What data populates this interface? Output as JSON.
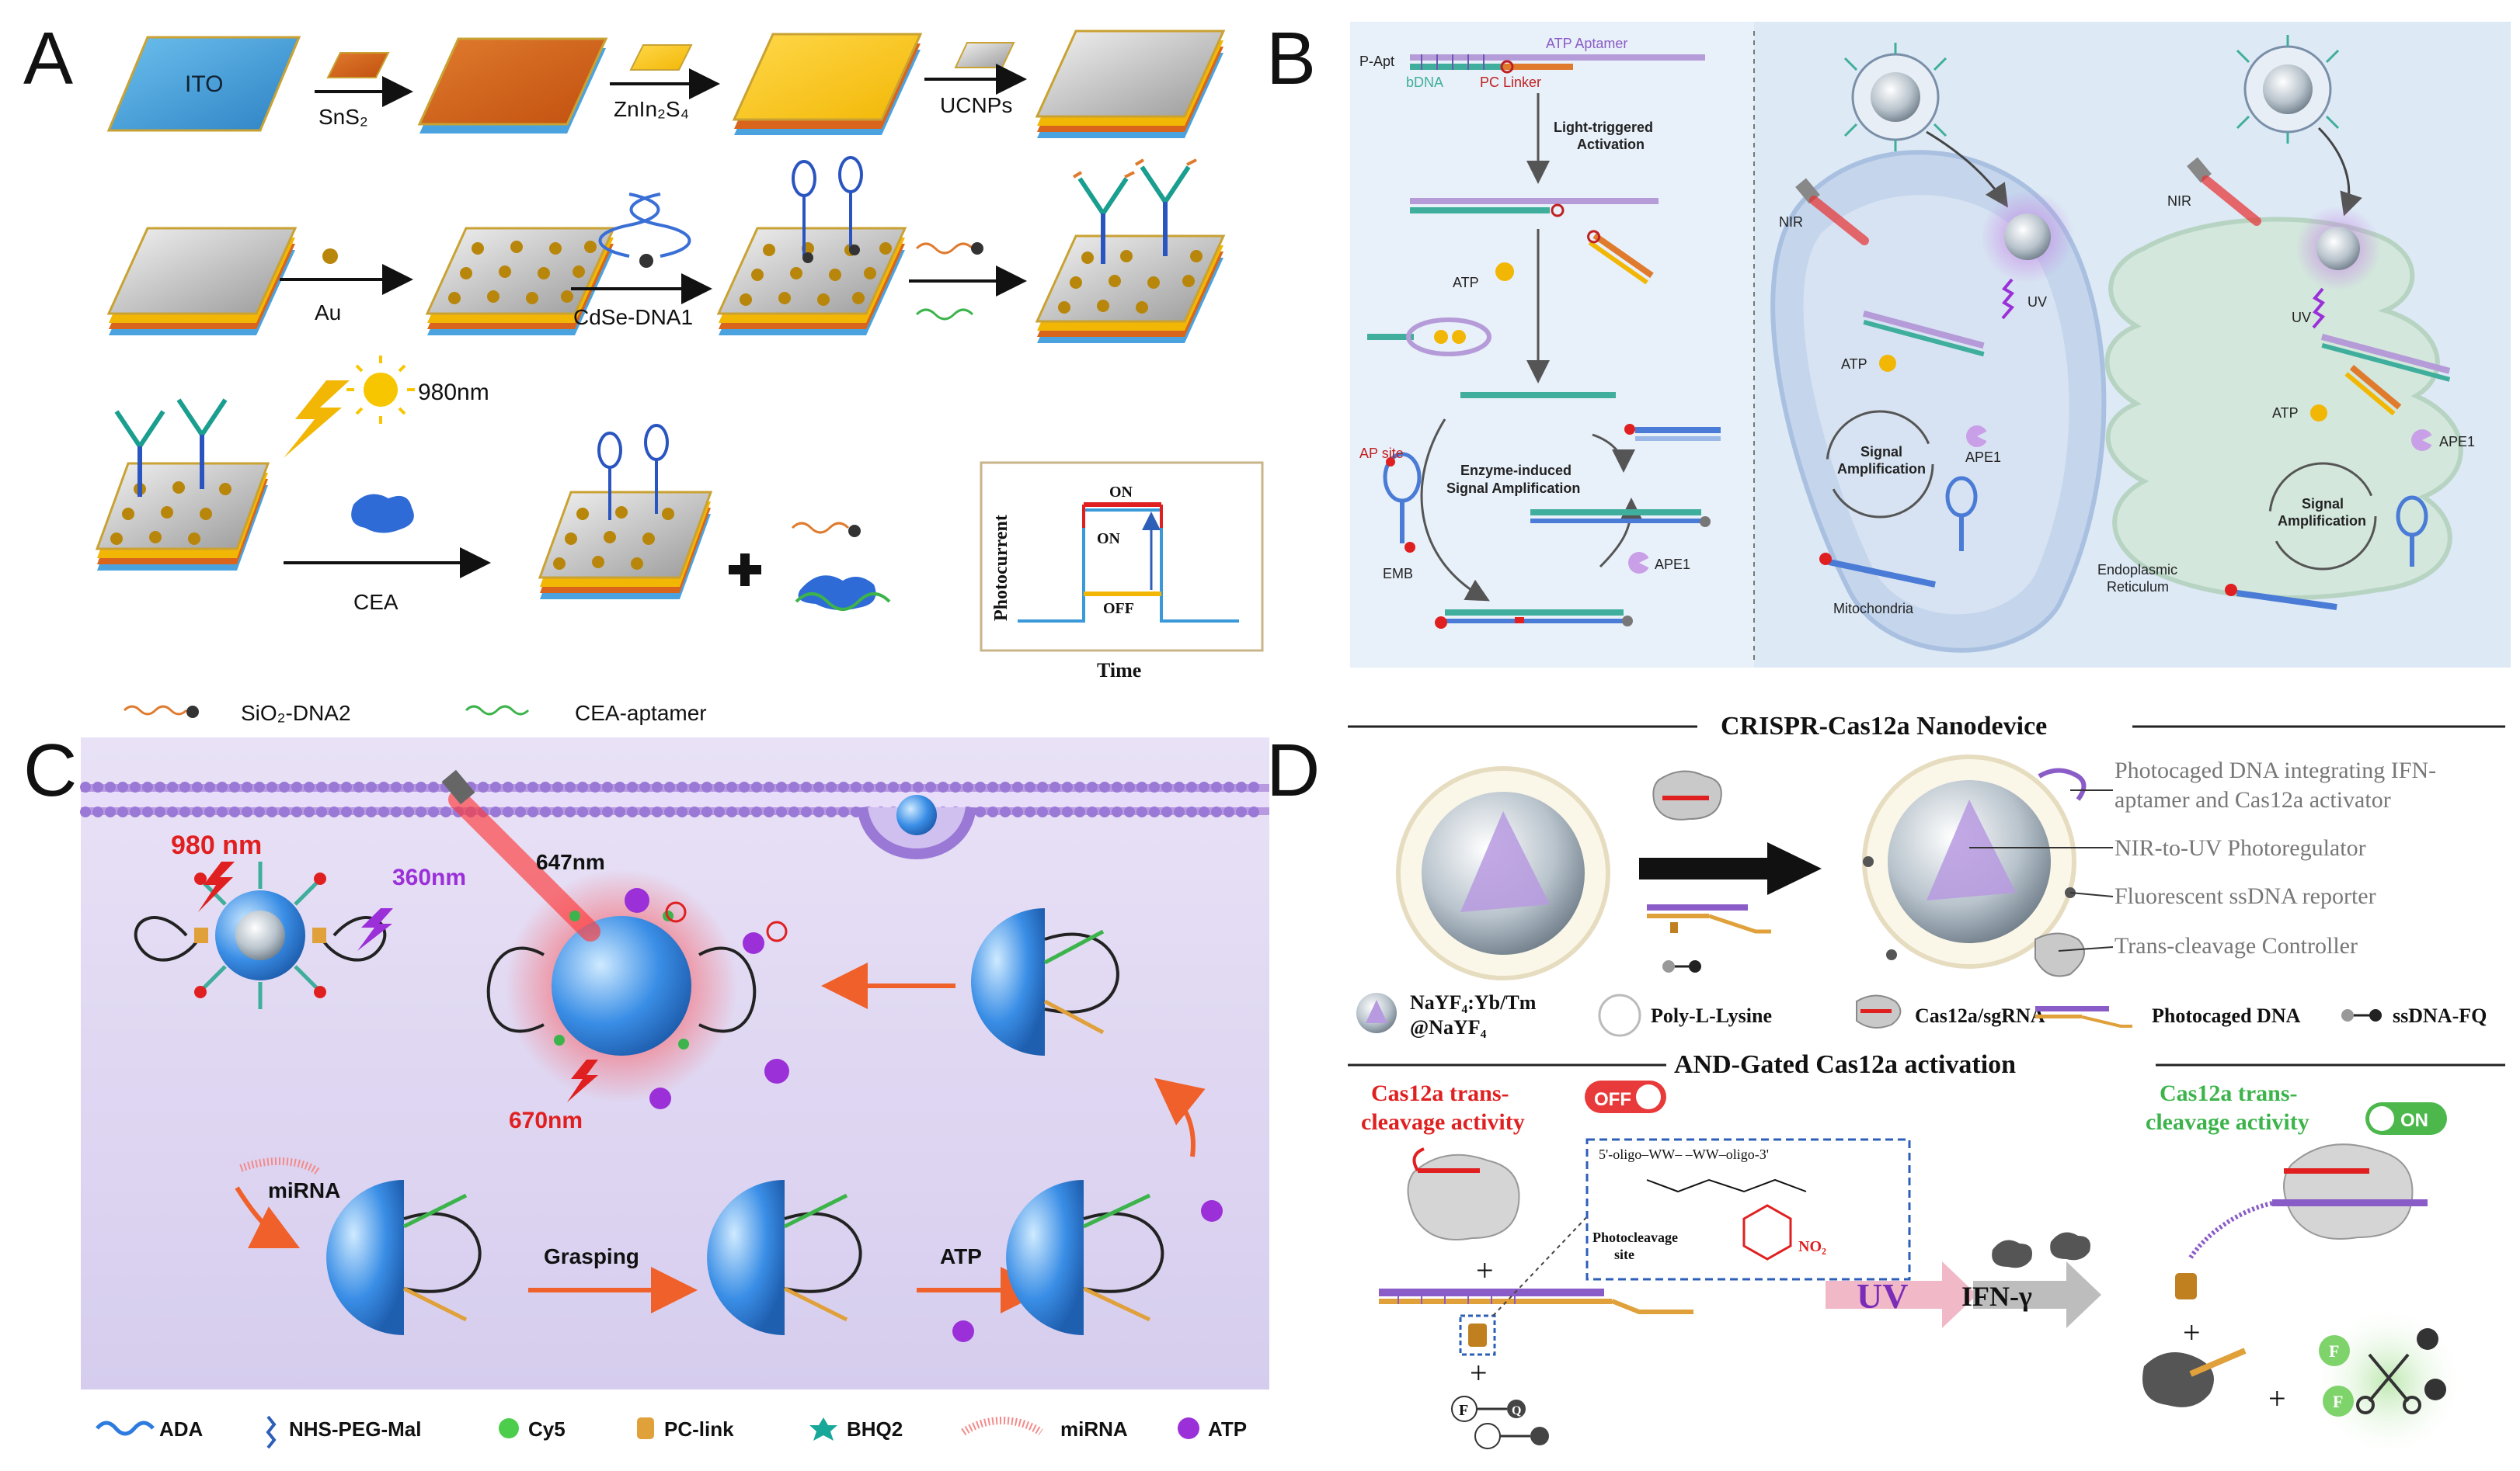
{
  "panels": {
    "a": {
      "letter": "A",
      "steps": {
        "ito": "ITO",
        "sns2": "SnS₂",
        "znin2s4": "ZnIn₂S₄",
        "ucnps": "UCNPs",
        "au": "Au",
        "cdse": "CdSe-DNA1",
        "wavelength": "980nm",
        "cea": "CEA"
      },
      "graph": {
        "ylabel": "Photocurrent",
        "xlabel": "Time",
        "on": "ON",
        "on2": "ON",
        "off": "OFF"
      },
      "legend": {
        "sio2": "SiO₂-DNA2",
        "aptamer": "CEA-aptamer"
      }
    },
    "b": {
      "letter": "B",
      "labels": {
        "papt": "P-Apt",
        "atp_aptamer": "ATP Aptamer",
        "bdna": "bDNA",
        "pc_linker": "PC Linker",
        "light1": "Light-triggered",
        "light2": "Activation",
        "atp1": "ATP",
        "ap_site": "AP site",
        "enzyme1": "Enzyme-induced",
        "enzyme2": "Signal Amplification",
        "emb": "EMB",
        "ape1a": "APE1",
        "nir1": "NIR",
        "uv1": "UV",
        "atp2": "ATP",
        "signal1a": "Signal",
        "signal1b": "Amplification",
        "ape1b": "APE1",
        "mito": "Mitochondria",
        "nir2": "NIR",
        "uv2": "UV",
        "atp3": "ATP",
        "ape1c": "APE1",
        "signal2a": "Signal",
        "signal2b": "Amplification",
        "er1": "Endoplasmic",
        "er2": "Reticulum"
      }
    },
    "c": {
      "letter": "C",
      "labels": {
        "nm980": "980 nm",
        "nm360": "360nm",
        "nm647": "647nm",
        "nm670": "670nm",
        "mirna": "miRNA",
        "grasping": "Grasping",
        "atp": "ATP"
      },
      "legend": {
        "ada": "ADA",
        "peg": "NHS-PEG-Mal",
        "cy5": "Cy5",
        "pclink": "PC-link",
        "bhq2": "BHQ2",
        "mirna": "miRNA",
        "atp": "ATP"
      }
    },
    "d": {
      "letter": "D",
      "title1": "CRISPR-Cas12a Nanodevice",
      "title2": "AND-Gated Cas12a activation",
      "callouts": {
        "c1a": "Photocaged DNA  integrating IFN-",
        "c1b": "aptamer and Cas12a activator",
        "c2": "NIR-to-UV Photoregulator",
        "c3": "Fluorescent ssDNA reporter",
        "c4": "Trans-cleavage Controller"
      },
      "legend": {
        "naf1": "NaYF₄:Yb/Tm",
        "naf2": "@NaYF₄",
        "pll": "Poly-L-Lysine",
        "cas": "Cas12a/sgRNA",
        "pdna": "Photocaged DNA",
        "fq": "ssDNA-FQ"
      },
      "state_off": {
        "l1": "Cas12a trans-",
        "l2": "cleavage activity",
        "toggle": "OFF"
      },
      "state_on": {
        "l1": "Cas12a trans-",
        "l2": "cleavage activity",
        "toggle": "ON"
      },
      "chem": {
        "top": "5'-oligo–WW–  –WW–oligo-3'",
        "site1": "Photocleavage",
        "site2": "site",
        "no2": "NO₂"
      },
      "uv": "UV",
      "ifn": "IFN-γ",
      "f": "F",
      "q": "Q"
    }
  },
  "colors": {
    "orange": "#d9641c",
    "gold": "#f2b705",
    "ito_blue": "#4aa3df",
    "red": "#e02020",
    "green": "#3cb44b",
    "purple": "#8a5cc7"
  }
}
